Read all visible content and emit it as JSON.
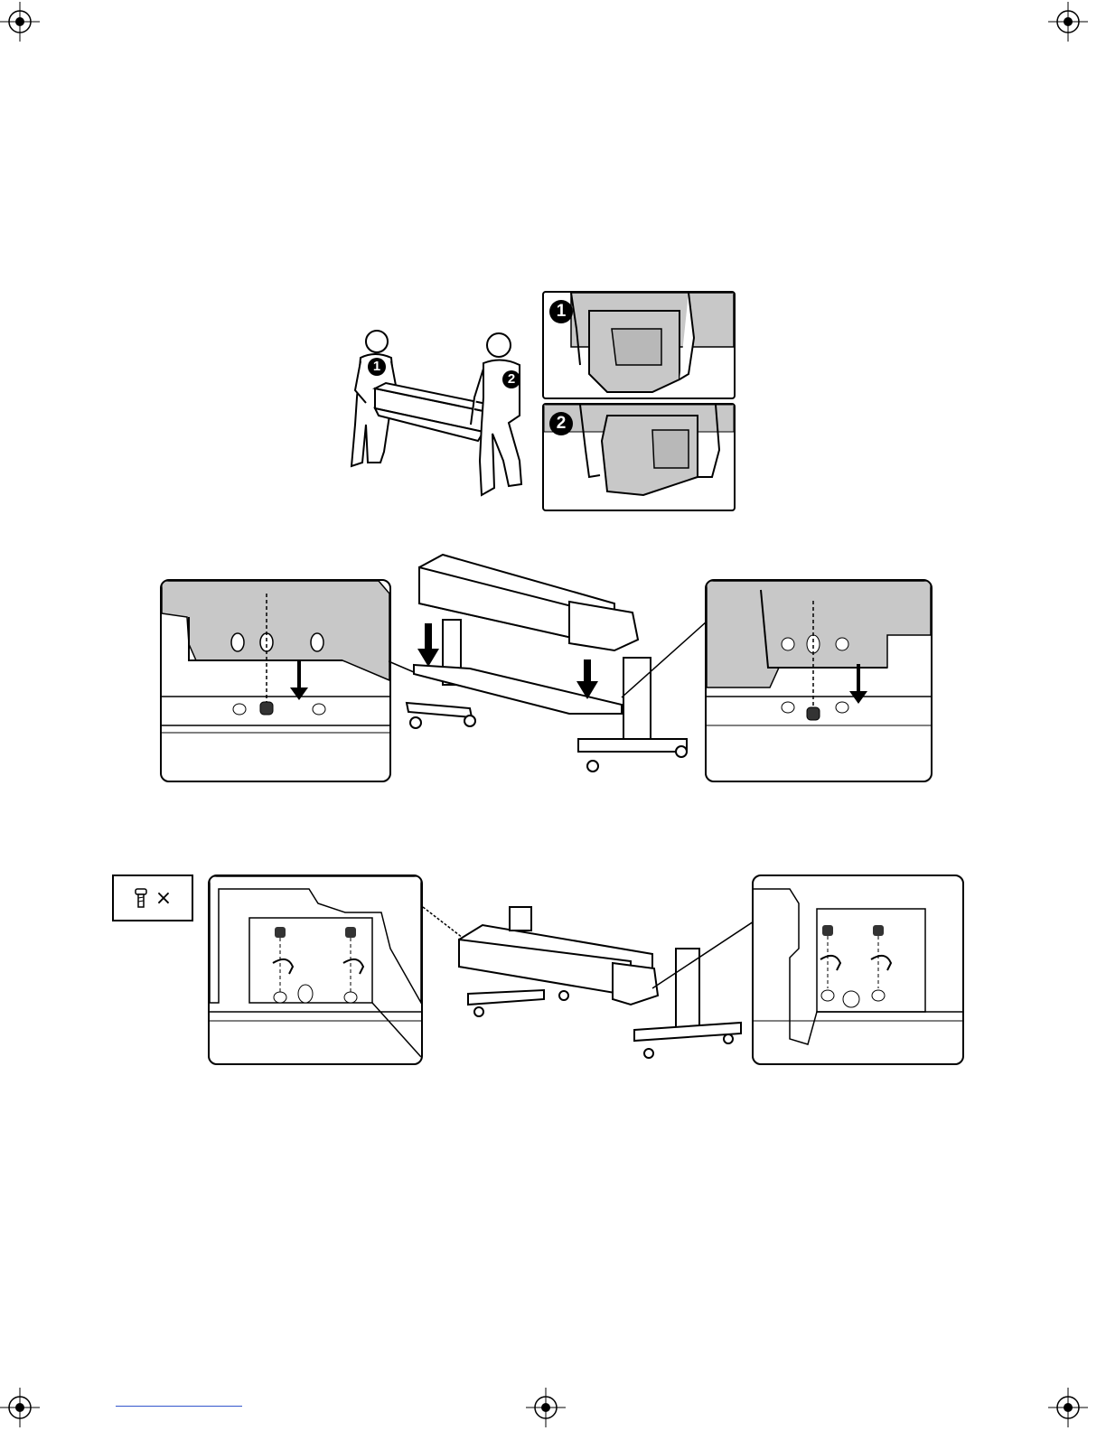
{
  "step1": {
    "person_badges": [
      "1",
      "2"
    ],
    "detail_badges": [
      "1",
      "2"
    ]
  },
  "step3": {
    "screw_multiplier": "×"
  },
  "colors": {
    "ink": "#000000",
    "shade": "#c8c8c8",
    "link": "#3355cc"
  }
}
